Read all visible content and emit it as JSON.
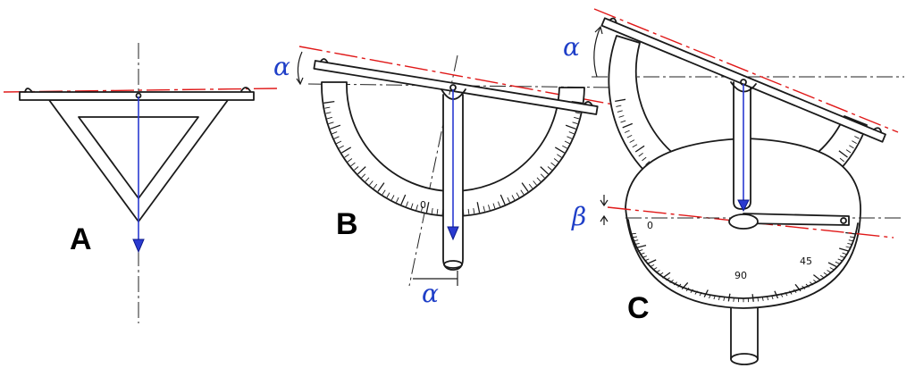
{
  "figures": {
    "A": {
      "label": "A"
    },
    "B": {
      "label": "B",
      "angle_tilt_label": "α",
      "angle_plumb_label": "α",
      "scale_zero": "0"
    },
    "C": {
      "label": "C",
      "angle_tilt_label": "α",
      "angle_beta_label": "β",
      "scale_zero": "0",
      "lower_scale_labels": [
        "0",
        "90",
        "45"
      ]
    }
  },
  "colors": {
    "ink": "#1a1a1a",
    "reference_line": "#e01818",
    "plumb_line": "#2a3ad0",
    "angle_label": "#1f3fc8"
  }
}
